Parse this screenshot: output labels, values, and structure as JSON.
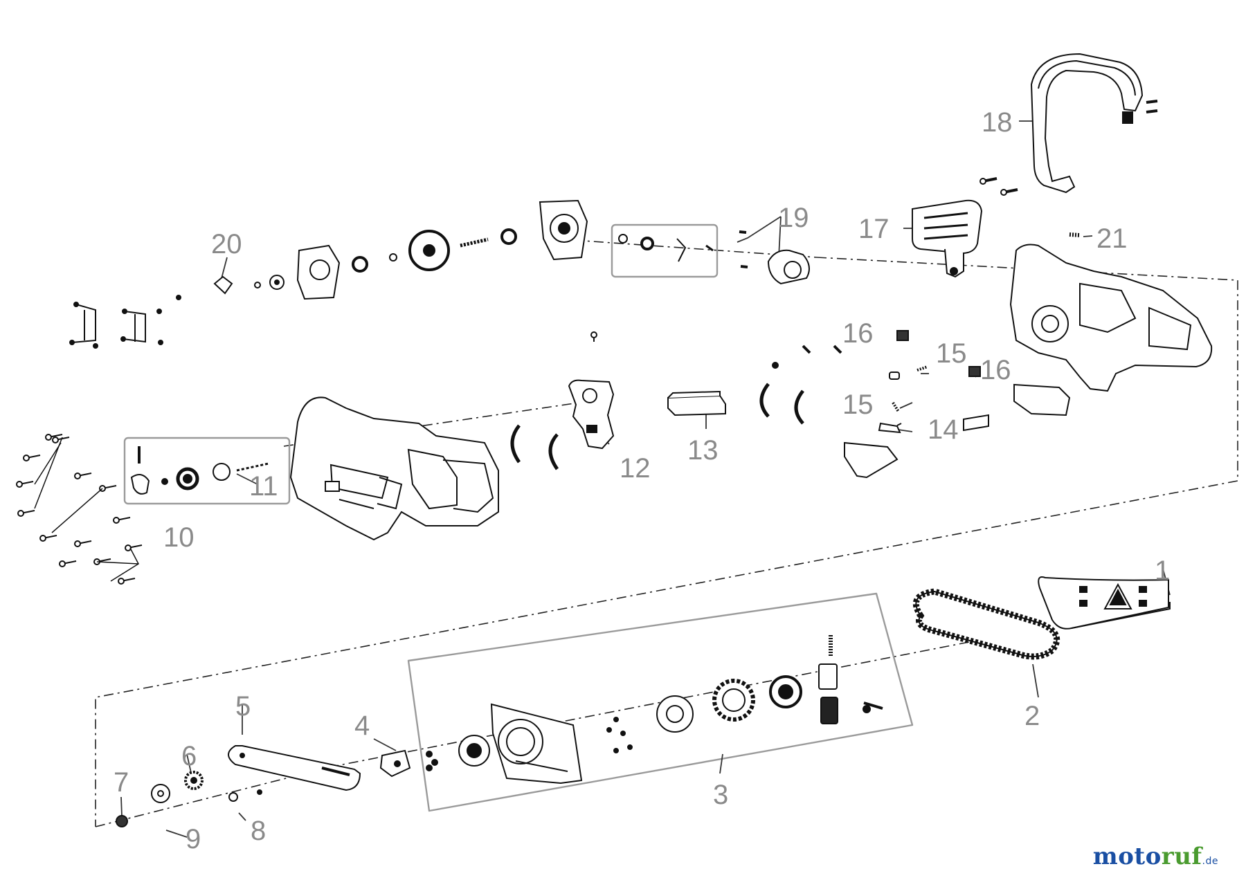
{
  "part_labels": [
    {
      "id": "1",
      "text": "1"
    },
    {
      "id": "2",
      "text": "2"
    },
    {
      "id": "3",
      "text": "3"
    },
    {
      "id": "4",
      "text": "4"
    },
    {
      "id": "5",
      "text": "5"
    },
    {
      "id": "6",
      "text": "6"
    },
    {
      "id": "7",
      "text": "7"
    },
    {
      "id": "8",
      "text": "8"
    },
    {
      "id": "9",
      "text": "9"
    },
    {
      "id": "10",
      "text": "10"
    },
    {
      "id": "11",
      "text": "11"
    },
    {
      "id": "12",
      "text": "12"
    },
    {
      "id": "13",
      "text": "13"
    },
    {
      "id": "14",
      "text": "14"
    },
    {
      "id": "15a",
      "text": "15"
    },
    {
      "id": "15b",
      "text": "15"
    },
    {
      "id": "16a",
      "text": "16"
    },
    {
      "id": "16b",
      "text": "16"
    },
    {
      "id": "17",
      "text": "17"
    },
    {
      "id": "18",
      "text": "18"
    },
    {
      "id": "19",
      "text": "19"
    },
    {
      "id": "20",
      "text": "20"
    },
    {
      "id": "21",
      "text": "21"
    }
  ],
  "watermark": {
    "brand_part1": "moto",
    "brand_part2": "ruf",
    "suffix": ".de",
    "color_primary": "#1a4fa3",
    "color_secondary": "#4a9b2f"
  },
  "colors": {
    "line": "#111111",
    "label": "#8a8a8a",
    "group_box": "#9a9a9a"
  }
}
